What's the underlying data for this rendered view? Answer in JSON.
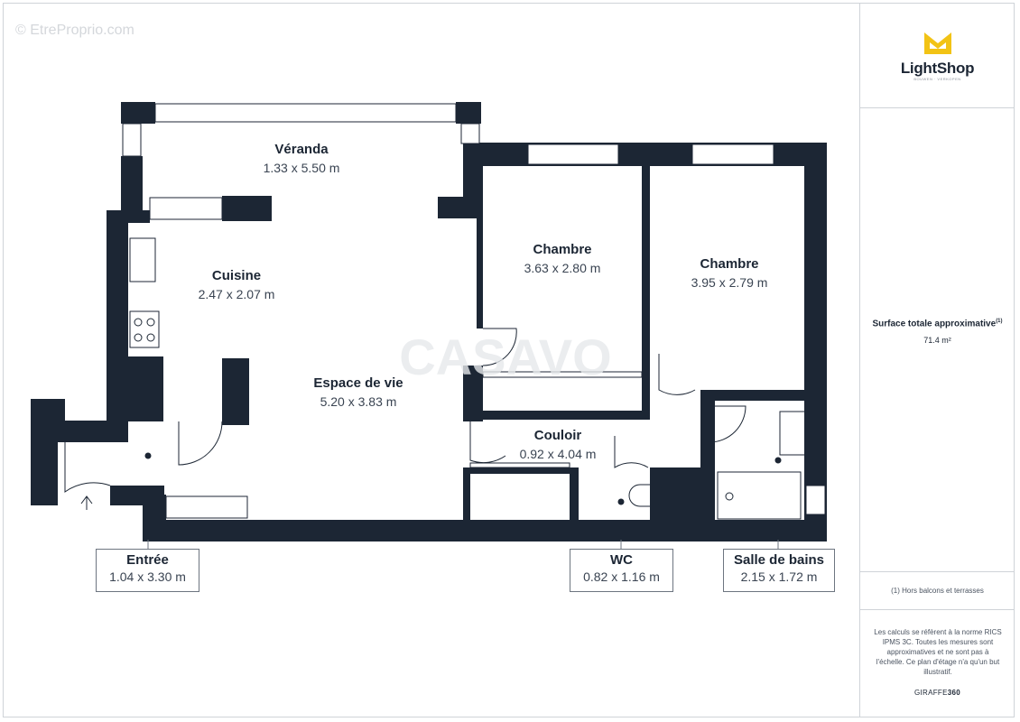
{
  "watermark": "© EtreProprio.com",
  "center_watermark": "CASAVO",
  "brand_logo": {
    "name": "LightShop",
    "tagline": "BOUWEN · VERKOPEN",
    "accent": "#f2c315"
  },
  "rooms": {
    "veranda": {
      "name": "Véranda",
      "dim": "1.33 x 5.50 m"
    },
    "cuisine": {
      "name": "Cuisine",
      "dim": "2.47 x 2.07 m"
    },
    "espace": {
      "name": "Espace de vie",
      "dim": "5.20 x 3.83 m"
    },
    "chambre1": {
      "name": "Chambre",
      "dim": "3.63 x 2.80 m"
    },
    "chambre2": {
      "name": "Chambre",
      "dim": "3.95 x 2.79 m"
    },
    "couloir": {
      "name": "Couloir",
      "dim": "0.92 x 4.04 m"
    },
    "entree": {
      "name": "Entrée",
      "dim": "1.04 x 3.30 m"
    },
    "wc": {
      "name": "WC",
      "dim": "0.82 x 1.16 m"
    },
    "sdb": {
      "name": "Salle de bains",
      "dim": "2.15 x 1.72 m"
    }
  },
  "sidebar": {
    "surface_title": "Surface totale approximative",
    "surface_note_marker": "(1)",
    "surface_value": "71.4 m²",
    "footnote": "(1) Hors balcons et terrasses",
    "disclaimer": "Les calculs se réfèrent à la norme RICS IPMS 3C. Toutes les mesures sont approximatives et ne sont pas à l'échelle. Ce plan d'étage n'a qu'un but illustratif.",
    "brand_prefix": "GIRAFFE",
    "brand_suffix": "360"
  },
  "colors": {
    "wall": "#1c2634",
    "border": "#cfd3d8"
  }
}
